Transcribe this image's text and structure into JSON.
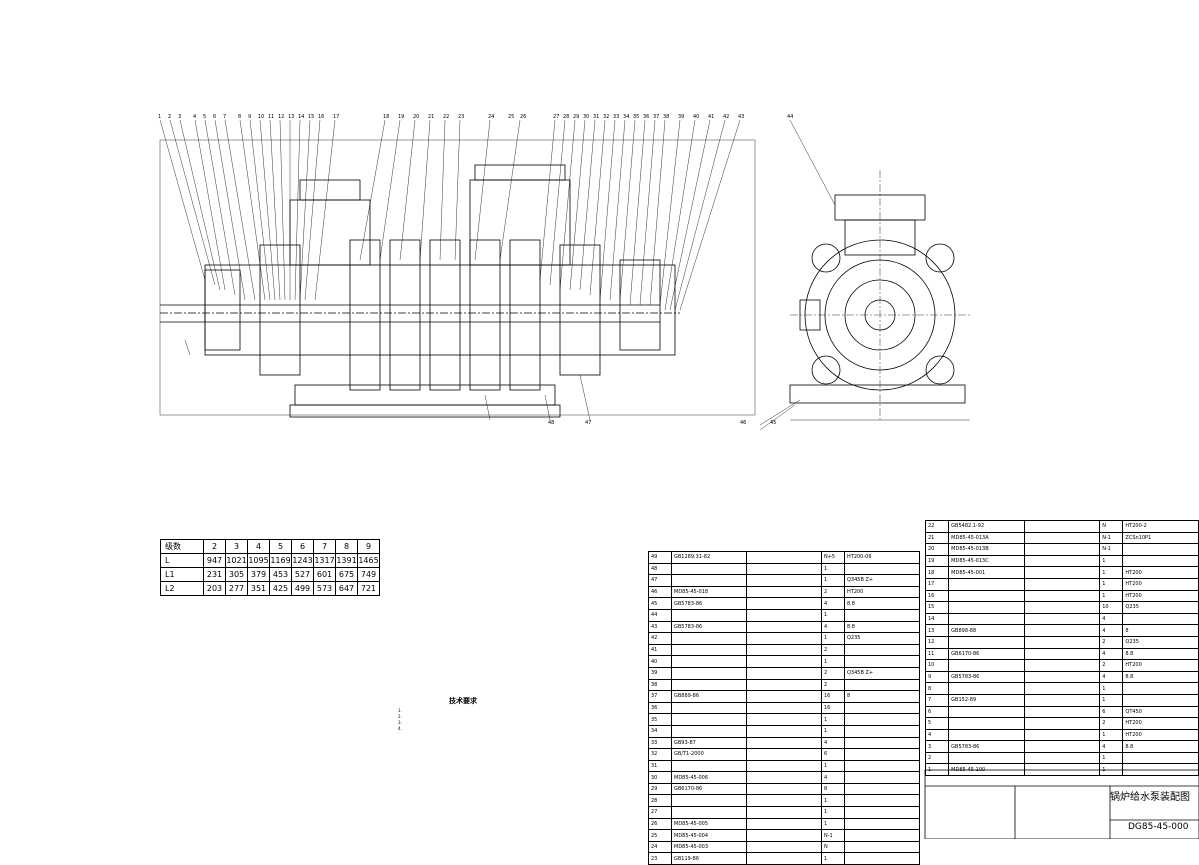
{
  "variant_table": {
    "header": [
      "级数",
      "2",
      "3",
      "4",
      "5",
      "6",
      "7",
      "8",
      "9"
    ],
    "rows": [
      [
        "L",
        "947",
        "1021",
        "1095",
        "1169",
        "1243",
        "1317",
        "1391",
        "1465"
      ],
      [
        "L1",
        "231",
        "305",
        "379",
        "453",
        "527",
        "601",
        "675",
        "749"
      ],
      [
        "L2",
        "203",
        "277",
        "351",
        "425",
        "499",
        "573",
        "647",
        "721"
      ]
    ]
  },
  "notes": {
    "title": "技术要求",
    "lines": [
      "1.",
      "2.",
      "3.",
      "4."
    ]
  },
  "bom_left": [
    [
      "49",
      "GB1289.31-82",
      "",
      "N+5",
      "HT200-06"
    ],
    [
      "48",
      "",
      "",
      "1",
      ""
    ],
    [
      "47",
      "",
      "",
      "1",
      "Q345B Z+"
    ],
    [
      "46",
      "MD85-45-018",
      "",
      "2",
      "HT200"
    ],
    [
      "45",
      "GB5783-86",
      "",
      "4",
      "8.8"
    ],
    [
      "44",
      "",
      "",
      "1",
      ""
    ],
    [
      "43",
      "GB5783-86",
      "",
      "4",
      "8.8"
    ],
    [
      "42",
      "",
      "",
      "1",
      "Q235"
    ],
    [
      "41",
      "",
      "",
      "2",
      ""
    ],
    [
      "40",
      "",
      "",
      "1",
      ""
    ],
    [
      "39",
      "",
      "",
      "2",
      "Q345B Z+"
    ],
    [
      "38",
      "",
      "",
      "2",
      ""
    ],
    [
      "37",
      "GB889-86",
      "",
      "16",
      "8"
    ],
    [
      "36",
      "",
      "",
      "16",
      ""
    ],
    [
      "35",
      "",
      "",
      "1",
      ""
    ],
    [
      "34",
      "",
      "",
      "1",
      ""
    ],
    [
      "33",
      "GB93-87",
      "",
      "4",
      ""
    ],
    [
      "32",
      "GB/T1-2000",
      "",
      "6",
      ""
    ],
    [
      "31",
      "",
      "",
      "1",
      ""
    ],
    [
      "30",
      "MD85-45-006",
      "",
      "4",
      ""
    ],
    [
      "29",
      "GB6170-86",
      "",
      "8",
      ""
    ],
    [
      "28",
      "",
      "",
      "1",
      ""
    ],
    [
      "27",
      "",
      "",
      "1",
      ""
    ],
    [
      "26",
      "MD85-45-005",
      "",
      "1",
      ""
    ],
    [
      "25",
      "MD85-45-004",
      "",
      "N-1",
      ""
    ],
    [
      "24",
      "MD85-45-003",
      "",
      "N",
      ""
    ],
    [
      "23",
      "GB119-86",
      "",
      "1",
      ""
    ]
  ],
  "bom_right": [
    [
      "22",
      "GB5482.1-92",
      "",
      "N",
      "HT200-2"
    ],
    [
      "21",
      "MD85-45-013A",
      "",
      "N-1",
      "ZCSn10P1"
    ],
    [
      "20",
      "MD85-45-013B",
      "",
      "N-1",
      ""
    ],
    [
      "19",
      "MD85-45-013C",
      "",
      "1",
      ""
    ],
    [
      "18",
      "MD85-45-001",
      "",
      "1",
      "HT200"
    ],
    [
      "17",
      "",
      "",
      "1",
      "HT200"
    ],
    [
      "16",
      "",
      "",
      "1",
      "HT200"
    ],
    [
      "15",
      "",
      "",
      "10",
      "Q235"
    ],
    [
      "14",
      "",
      "",
      "4",
      ""
    ],
    [
      "13",
      "GB898-88",
      "",
      "4",
      "8"
    ],
    [
      "12",
      "",
      "",
      "2",
      "Q235"
    ],
    [
      "11",
      "GB6170-86",
      "",
      "4",
      "8.8"
    ],
    [
      "10",
      "",
      "",
      "2",
      "HT200"
    ],
    [
      "9",
      "GB5783-86",
      "",
      "4",
      "8.8"
    ],
    [
      "8",
      "",
      "",
      "1",
      ""
    ],
    [
      "7",
      "GB152-89",
      "",
      "1",
      ""
    ],
    [
      "6",
      "",
      "",
      "6",
      "QT450"
    ],
    [
      "5",
      "",
      "",
      "2",
      "HT200"
    ],
    [
      "4",
      "",
      "",
      "1",
      "HT200"
    ],
    [
      "3",
      "GB5783-86",
      "",
      "4",
      "8.8"
    ],
    [
      "2",
      "",
      "",
      "1",
      ""
    ],
    [
      "1",
      "MD85-45-100",
      "",
      "1",
      ""
    ]
  ],
  "title_block": {
    "drawing_title": "锅炉给水泵装配图",
    "drawing_number": "DG85-45-000"
  },
  "callouts_top": [
    "1",
    "2",
    "3",
    "4",
    "5",
    "6",
    "7",
    "8",
    "9",
    "10",
    "11",
    "12",
    "13",
    "14",
    "15",
    "16",
    "17",
    "18",
    "19",
    "20",
    "21",
    "22",
    "23",
    "24",
    "25",
    "26",
    "27",
    "28",
    "29",
    "30",
    "31",
    "32",
    "33",
    "34",
    "35",
    "36",
    "37",
    "38",
    "39",
    "40",
    "41",
    "42",
    "43"
  ],
  "callouts_side": [
    "44",
    "45",
    "46",
    "47",
    "48"
  ]
}
